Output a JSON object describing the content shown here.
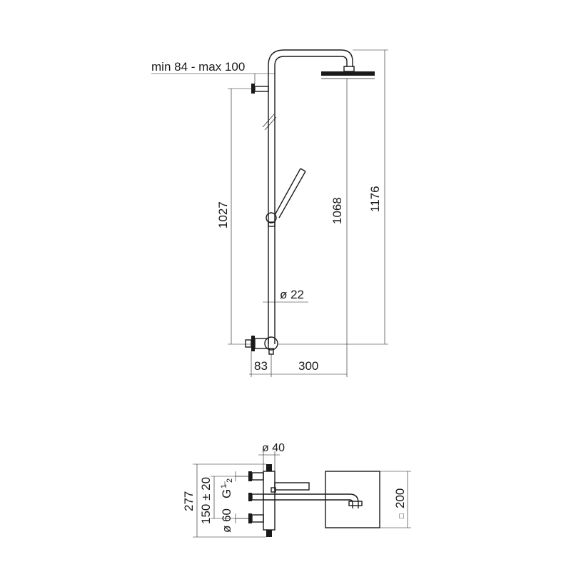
{
  "elevation": {
    "dim_arm_depth": "min 84 - max 100",
    "dim_bar_height": "1027",
    "dim_head_height": "1068",
    "dim_total_height": "1176",
    "dim_bar_diameter": "ø 22",
    "dim_mixer_offset": "83",
    "dim_arm_projection": "300"
  },
  "plan": {
    "dim_diameter_40": "ø 40",
    "dim_width_277": "277",
    "dim_centres": "150 ± 20",
    "dim_connection": "G",
    "dim_connection_num": "1",
    "dim_connection_den": "2",
    "dim_diameter_60": "ø 60",
    "dim_head_square": "200",
    "square_symbol": "□"
  }
}
